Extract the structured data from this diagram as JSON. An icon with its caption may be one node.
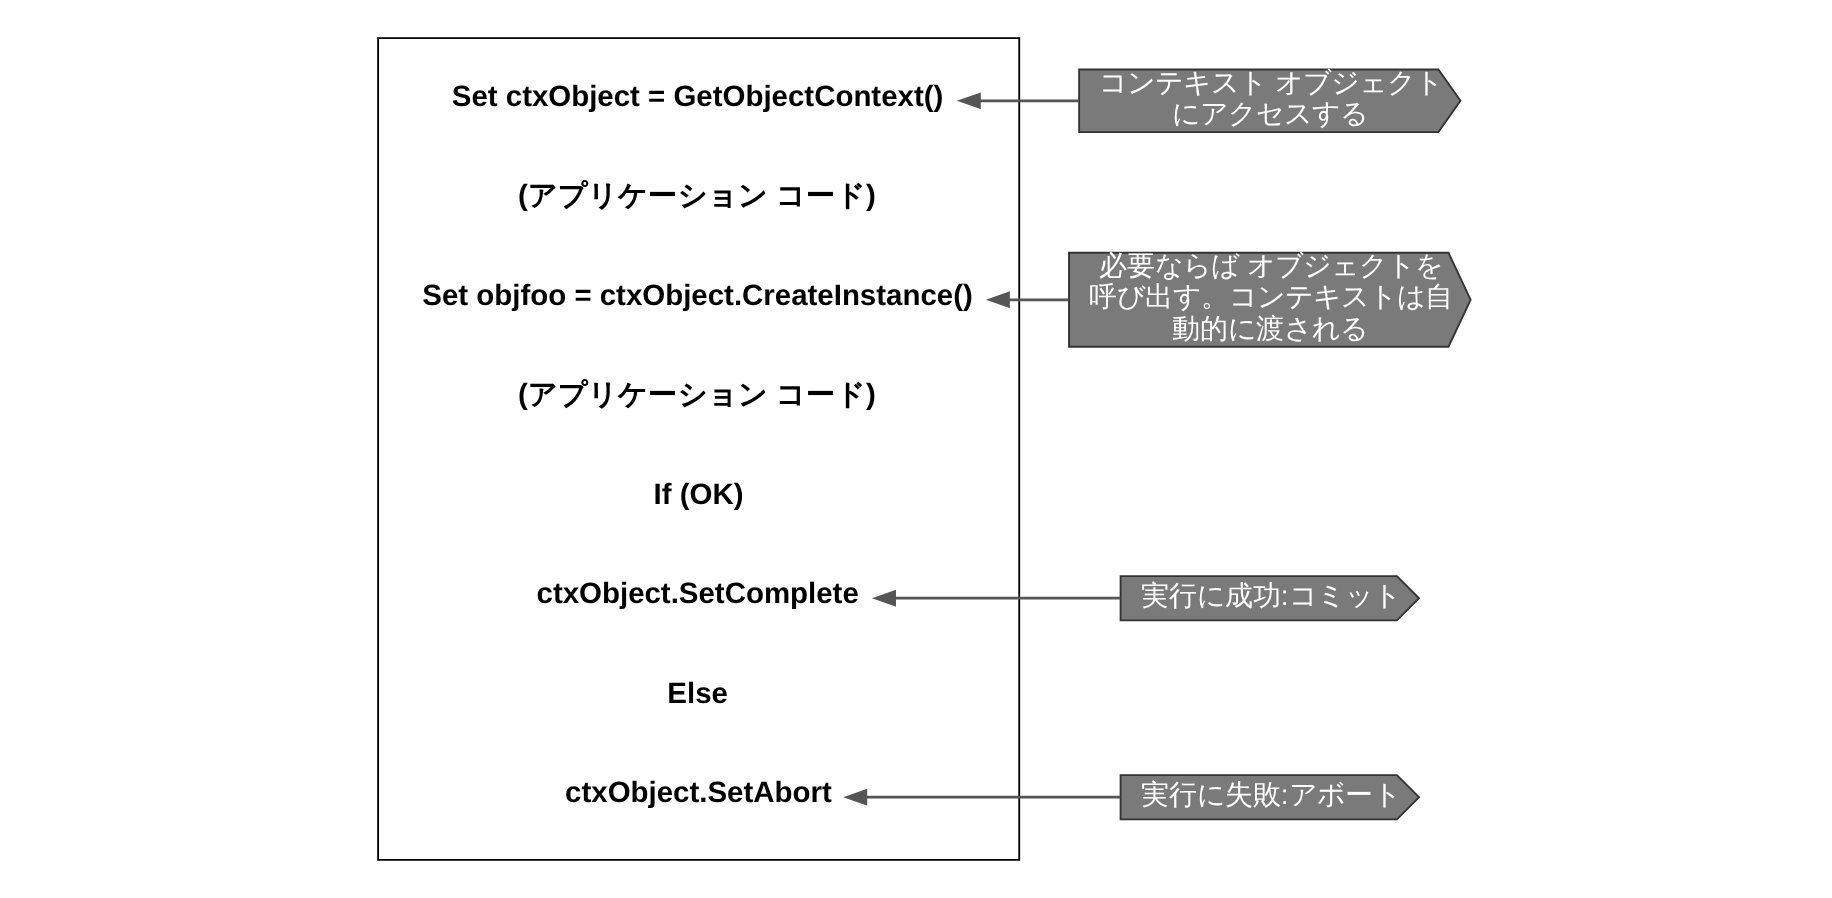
{
  "diagram": {
    "nodes": [
      {
        "text": [],
        "shape": "box"
      },
      {
        "text": [
          "Set ctxObject = GetObjectContext()"
        ],
        "in": 0
      },
      {
        "text": [
          "(アプリケーション コード)"
        ],
        "in": 0
      },
      {
        "text": [
          "Set objfoo = ctxObject.CreateInstance()"
        ],
        "in": 0
      },
      {
        "text": [
          "(アプリケーション コード)"
        ],
        "in": 0
      },
      {
        "text": [
          "If (OK)"
        ],
        "in": 0
      },
      {
        "text": [
          "ctxObject.SetComplete"
        ],
        "in": 0
      },
      {
        "text": [
          "Else"
        ],
        "in": 0
      },
      {
        "text": [
          "ctxObject.SetAbort"
        ],
        "in": 0
      },
      {
        "text": [
          "コンテキスト オブジェクトにアクセスする"
        ]
      },
      {
        "text": [
          "必要ならば オブジェクトを呼び出す。コンテキストは自動的に渡される"
        ]
      },
      {
        "text": [
          "実行に成功:コミット"
        ]
      },
      {
        "text": [
          "実行に失敗:アボート"
        ]
      }
    ],
    "edges": [
      {
        "from": 9,
        "to": 1,
        "arrow": "to"
      },
      {
        "from": 10,
        "to": 3,
        "arrow": "to"
      },
      {
        "from": 11,
        "to": 6,
        "arrow": "to"
      },
      {
        "from": 12,
        "to": 8,
        "arrow": "to"
      }
    ]
  }
}
